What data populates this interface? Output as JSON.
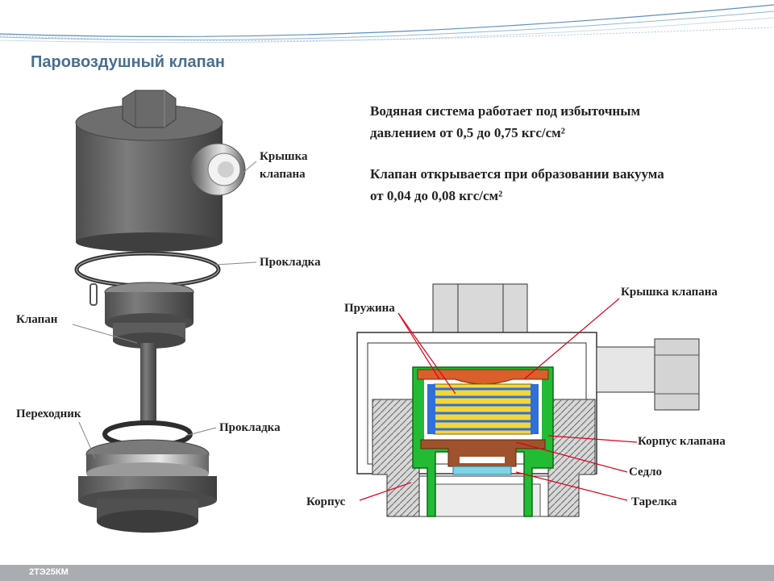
{
  "title": "Паровоздушный клапан",
  "text": {
    "pressure_line1": "Водяная система работает под избыточным",
    "pressure_line2": "давлением от 0,5 до 0,75 кгс/см²",
    "vacuum_line1": "Клапан открывается при образовании вакуума",
    "vacuum_line2": "от 0,04 до 0,08 кгс/см²"
  },
  "labels": {
    "cap_left_1": "Крышка",
    "cap_left_2": "клапана",
    "gasket_top": "Прокладка",
    "valve": "Клапан",
    "adapter": "Переходник",
    "gasket_bottom": "Прокладка",
    "spring": "Пружина",
    "cap_right": "Крышка клапана",
    "valve_body": "Корпус клапана",
    "seat": "Седло",
    "disc": "Тарелка",
    "housing": "Корпус"
  },
  "footer": "2ТЭ25КМ",
  "colors": {
    "title": "#4a6e8e",
    "leader_lines": "#e0001a",
    "valve_body_section": "#22bb33",
    "spring_fill": "#f5d63a",
    "spring_coil": "#2f6fd6",
    "seat_disc": "#a0522d",
    "seat_seal": "#7fd4e8",
    "footer_bar": "#a9adb2"
  }
}
